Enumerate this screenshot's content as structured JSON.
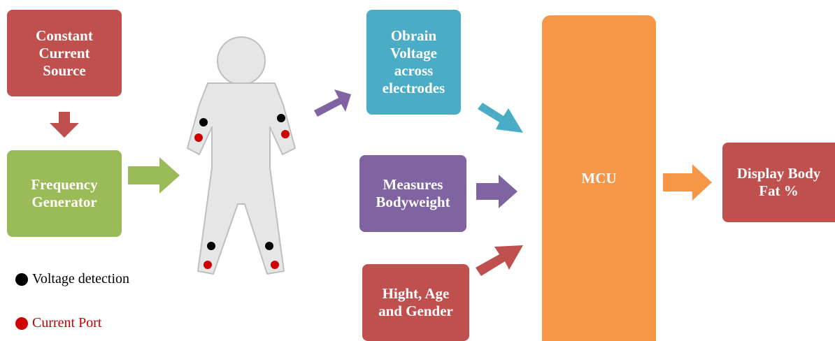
{
  "blocks": {
    "constant_current_source": "Constant\nCurrent\nSource",
    "frequency_generator": "Frequency\nGenerator",
    "obtain_voltage": "Obrain\nVoltage\nacross\nelectrodes",
    "measures_bodyweight": "Measures\nBodyweight",
    "height_age_gender": "Hight, Age\nand Gender",
    "mcu": "MCU",
    "display_body_fat": "Display Body\nFat  %"
  },
  "legend": {
    "voltage_detection": "Voltage detection",
    "current_port": "Current Port"
  },
  "colors": {
    "red_block": "#c0504d",
    "green_block": "#9bbb59",
    "teal_block": "#4bacc6",
    "purple_block": "#8064a2",
    "orange_block": "#f79646",
    "body_fill": "#e6e6e6",
    "electrode_voltage": "#000000",
    "electrode_current": "#d00000"
  },
  "icons": [
    "human-body-figure-icon",
    "arrow-icon"
  ]
}
